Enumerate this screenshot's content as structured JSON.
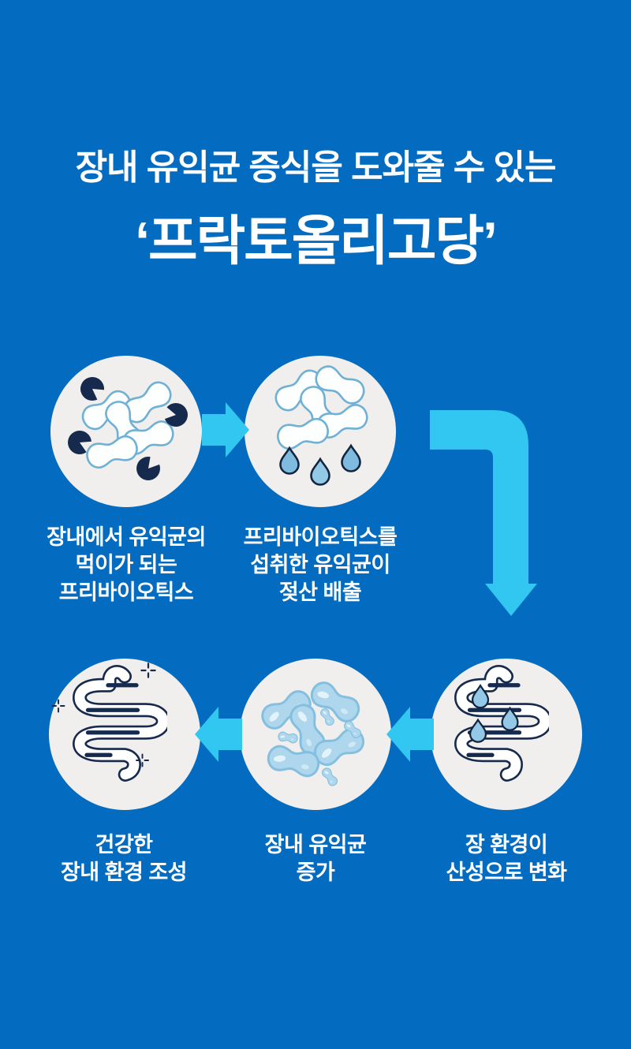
{
  "page": {
    "type": "infographic",
    "language": "ko",
    "colors": {
      "background": "#046cc0",
      "arrow_cyan": "#31c7f0",
      "circle_fill": "#f0efed",
      "navy": "#162a4d",
      "bacteria_outline": "#6fb0d5",
      "droplet_fill": "#7fbbdf",
      "glossy_bacteria_fill": "#aed6ec",
      "text": "#ffffff"
    }
  },
  "title": {
    "line1": "장내 유익균 증식을 도와줄 수 있는",
    "line2": "‘프락토올리고당’"
  },
  "steps": [
    {
      "id": 1,
      "icon": "prebiotics-and-bacteria-icon",
      "label_lines": [
        "장내에서 유익균의",
        "먹이가 되는",
        "프리바이오틱스"
      ]
    },
    {
      "id": 2,
      "icon": "bacteria-lactic-acid-drops-icon",
      "label_lines": [
        "프리바이오틱스를",
        "섭취한 유익균이",
        "젖산 배출"
      ]
    },
    {
      "id": 3,
      "icon": "intestine-with-drops-icon",
      "label_lines": [
        "장 환경이",
        "산성으로 변화"
      ]
    },
    {
      "id": 4,
      "icon": "increased-good-bacteria-icon",
      "label_lines": [
        "장내 유익균",
        "증가"
      ]
    },
    {
      "id": 5,
      "icon": "healthy-intestine-sparkle-icon",
      "label_lines": [
        "건강한",
        "장내 환경 조성"
      ]
    }
  ],
  "arrows": [
    {
      "id": "arrow-1",
      "direction": "right",
      "from_step": 1,
      "to_step": 2
    },
    {
      "id": "arrow-elbow",
      "direction": "right-then-down",
      "from_step": 2,
      "to_step": 3
    },
    {
      "id": "arrow-3",
      "direction": "left",
      "from_step": 3,
      "to_step": 4
    },
    {
      "id": "arrow-4",
      "direction": "left",
      "from_step": 4,
      "to_step": 5
    }
  ]
}
